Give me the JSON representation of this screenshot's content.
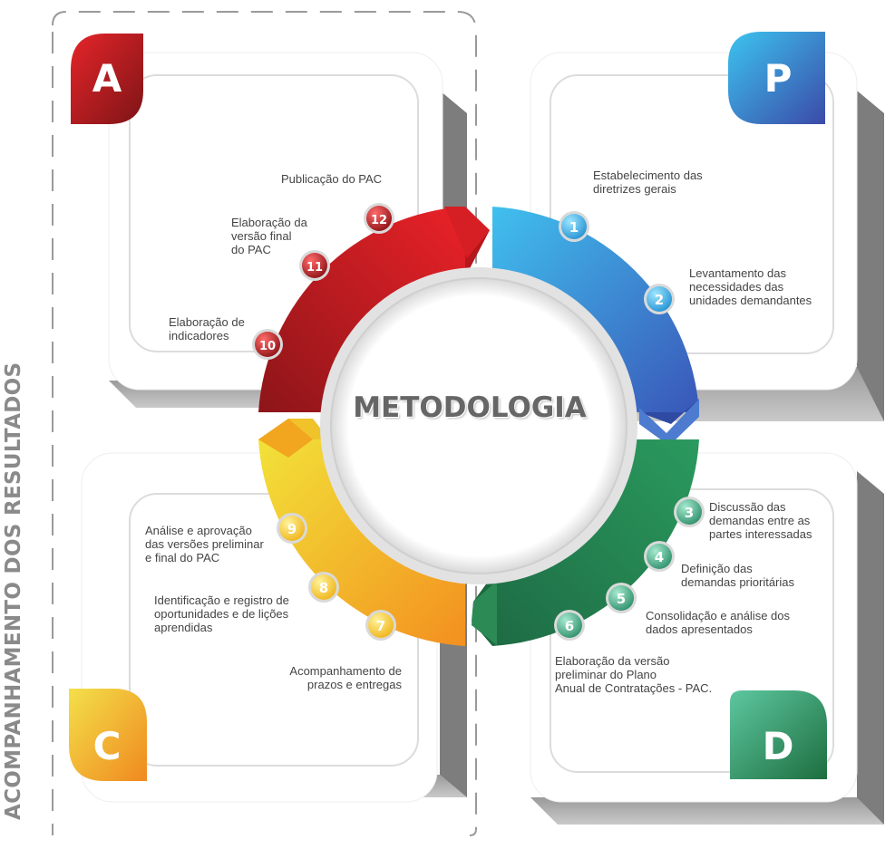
{
  "center_title": "METODOLOGIA",
  "side_label": "ACOMPANHAMENTO DOS RESULTADOS",
  "quadrants": {
    "P": {
      "letter": "P",
      "color": "#3a7fd0"
    },
    "D": {
      "letter": "D",
      "color": "#2b8a5a"
    },
    "C": {
      "letter": "C",
      "color": "#f2a619"
    },
    "A": {
      "letter": "A",
      "color": "#b3191e"
    }
  },
  "steps": [
    {
      "num": "1",
      "text": "Estabelecimento das\ndiretrizes gerais"
    },
    {
      "num": "2",
      "text": "Levantamento das\nnecessidades das\nunidades demandantes"
    },
    {
      "num": "3",
      "text": "Discussão das\ndemandas entre as\npartes interessadas"
    },
    {
      "num": "4",
      "text": "Definição das\ndemandas prioritárias"
    },
    {
      "num": "5",
      "text": "Consolidação e análise dos\ndados apresentados"
    },
    {
      "num": "6",
      "text": "Elaboração da versão\npreliminar do Plano\nAnual de Contratações - PAC."
    },
    {
      "num": "7",
      "text": "Acompanhamento de\nprazos e entregas"
    },
    {
      "num": "8",
      "text": "Identificação e registro de\noportunidades e de lições\naprendidas"
    },
    {
      "num": "9",
      "text": "Análise e aprovação\ndas versões preliminar\ne final do PAC"
    },
    {
      "num": "10",
      "text": "Elaboração de\nindicadores"
    },
    {
      "num": "11",
      "text": "Elaboração da\nversão final\ndo PAC"
    },
    {
      "num": "12",
      "text": "Publicação do PAC"
    }
  ]
}
